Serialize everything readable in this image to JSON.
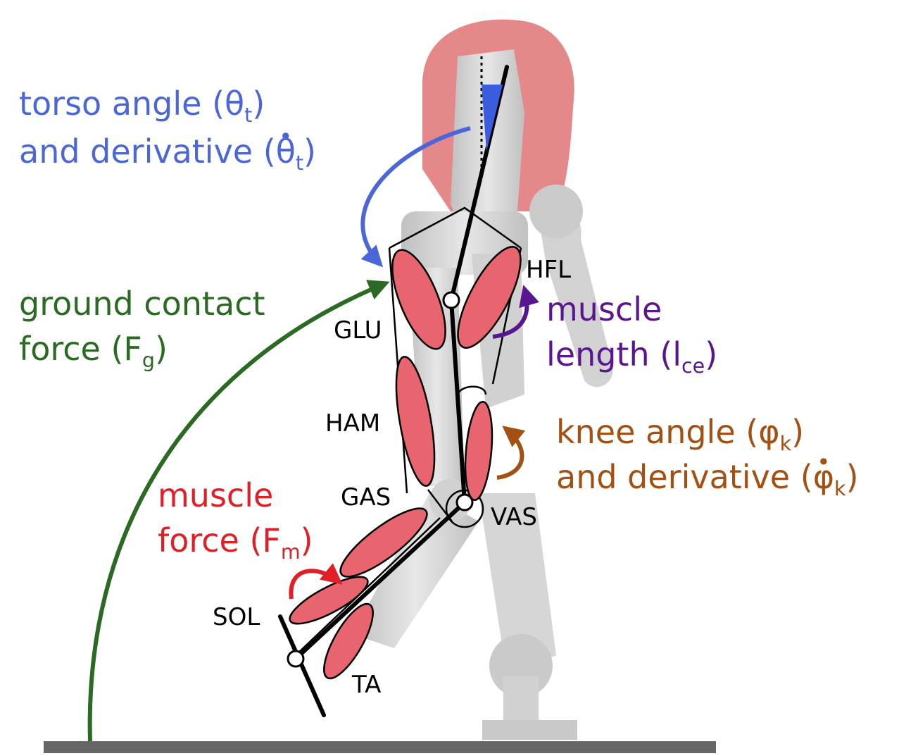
{
  "colors": {
    "torso": "#4a66d9",
    "ground": "#2a6a22",
    "muscle_length": "#5a1690",
    "knee": "#a25113",
    "muscle_force": "#e01f26",
    "muscle_fill": "#e8646e",
    "robot_body": "#d2d2d2",
    "robot_head": "#d9585a",
    "ground_bar": "#666666"
  },
  "labels": {
    "torso": {
      "line1": "torso angle (θ",
      "sub1": "t",
      "close1": ")",
      "line2": "and derivative (",
      "dot_sym": "θ",
      "sub2": "t",
      "close2": ")"
    },
    "ground": {
      "line1": "ground contact",
      "line2": "force (F",
      "sub": "g",
      "close": ")"
    },
    "muscle_length": {
      "line1": "muscle",
      "line2": "length (l",
      "sub": "ce",
      "close": ")"
    },
    "knee": {
      "line1": "knee  angle (φ",
      "sub1": "k",
      "close1": ")",
      "line2": "and derivative (",
      "dot_sym": "φ",
      "sub2": "k",
      "close2": ")"
    },
    "muscle_force": {
      "line1": "muscle",
      "line2": "force (F",
      "sub": "m",
      "close": ")"
    }
  },
  "muscles": {
    "hfl": "HFL",
    "glu": "GLU",
    "ham": "HAM",
    "gas": "GAS",
    "vas": "VAS",
    "sol": "SOL",
    "ta": "TA"
  }
}
